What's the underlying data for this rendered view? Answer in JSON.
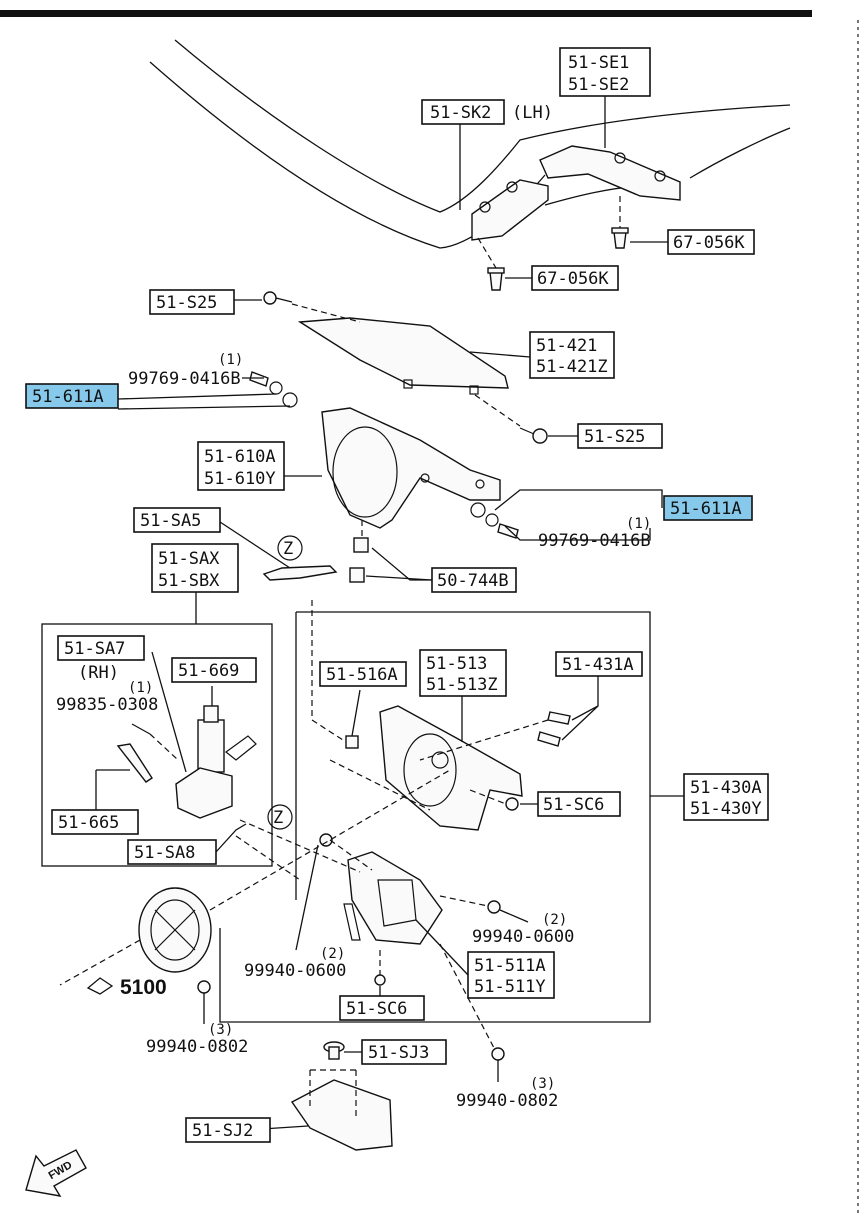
{
  "parts": {
    "se": [
      "51-SE1",
      "51-SE2"
    ],
    "sk2": "51-SK2",
    "sk2_note": "(LH)",
    "k056_upper": "67-056K",
    "k056_lower": "67-056K",
    "s25_top": "51-S25",
    "p421": [
      "51-421",
      "51-421Z"
    ],
    "p611a_left": "51-611A",
    "bolt_left": "99769-0416B",
    "qty_left": "(1)",
    "s25_mid": "51-S25",
    "p610": [
      "51-610A",
      "51-610Y"
    ],
    "p611a_right": "51-611A",
    "qty_right": "(1)",
    "bolt_right": "99769-0416B",
    "sa5": "51-SA5",
    "sax": [
      "51-SAX",
      "51-SBX"
    ],
    "p744b": "50-744B",
    "sa7": "51-SA7",
    "sa7_note": "(RH)",
    "p669": "51-669",
    "qty_0308": "(1)",
    "p0308": "99835-0308",
    "p665": "51-665",
    "sa8": "51-SA8",
    "p516a": "51-516A",
    "p513": [
      "51-513",
      "51-513Z"
    ],
    "p431a": "51-431A",
    "p430": [
      "51-430A",
      "51-430Y"
    ],
    "sc6_right": "51-SC6",
    "qty_0600_right": "(2)",
    "p0600_right": "99940-0600",
    "p511": [
      "51-511A",
      "51-511Y"
    ],
    "qty_0600_left": "(2)",
    "p0600_left": "99940-0600",
    "sc6_bottom": "51-SC6",
    "p5100": "5100",
    "qty_0802_left": "(3)",
    "p0802_left": "99940-0802",
    "sj3": "51-SJ3",
    "qty_0802_right": "(3)",
    "p0802_right": "99940-0802",
    "sj2": "51-SJ2",
    "fwd": "FWD",
    "z_left": "Z",
    "z_right": "Z"
  },
  "colors": {
    "highlight": "#86c9ea",
    "ink": "#111111"
  }
}
